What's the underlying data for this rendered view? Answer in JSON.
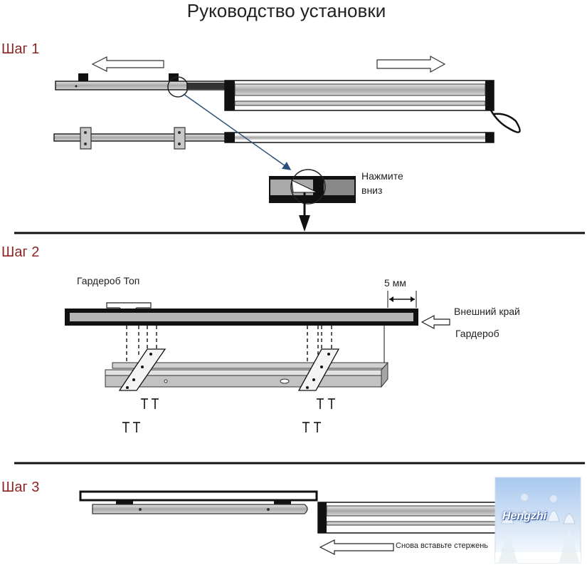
{
  "title": "Руководство установки",
  "steps": [
    {
      "label": "Шаг 1",
      "callout": "Нажмите вниз"
    },
    {
      "label": "Шаг 2",
      "wardrobe_top": "Гардероб Топ",
      "gap": "5 мм",
      "outer_edge": "Внешний край",
      "wardrobe": "Гардероб"
    },
    {
      "label": "Шаг 3",
      "reinsert": "Снова вставьте стержень"
    }
  ],
  "logo": {
    "text": "Hengzhi"
  },
  "colors": {
    "step_label": "#8b2424",
    "rail_fill": "#b5b5b5",
    "pointer_line": "#2a4f7a"
  }
}
